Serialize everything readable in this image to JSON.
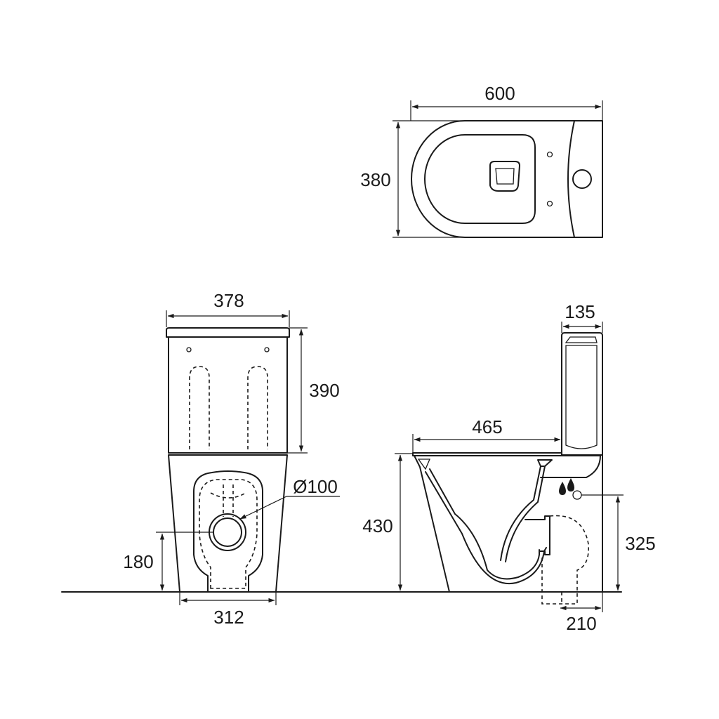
{
  "dimensions": {
    "top_width": "600",
    "top_depth": "380",
    "front_width": "378",
    "tank_height": "390",
    "outlet_diameter": "Ø100",
    "outlet_height": "180",
    "base_width": "312",
    "tank_depth": "135",
    "seat_depth": "465",
    "bowl_height": "430",
    "inlet_height": "325",
    "outlet_offset": "210"
  }
}
